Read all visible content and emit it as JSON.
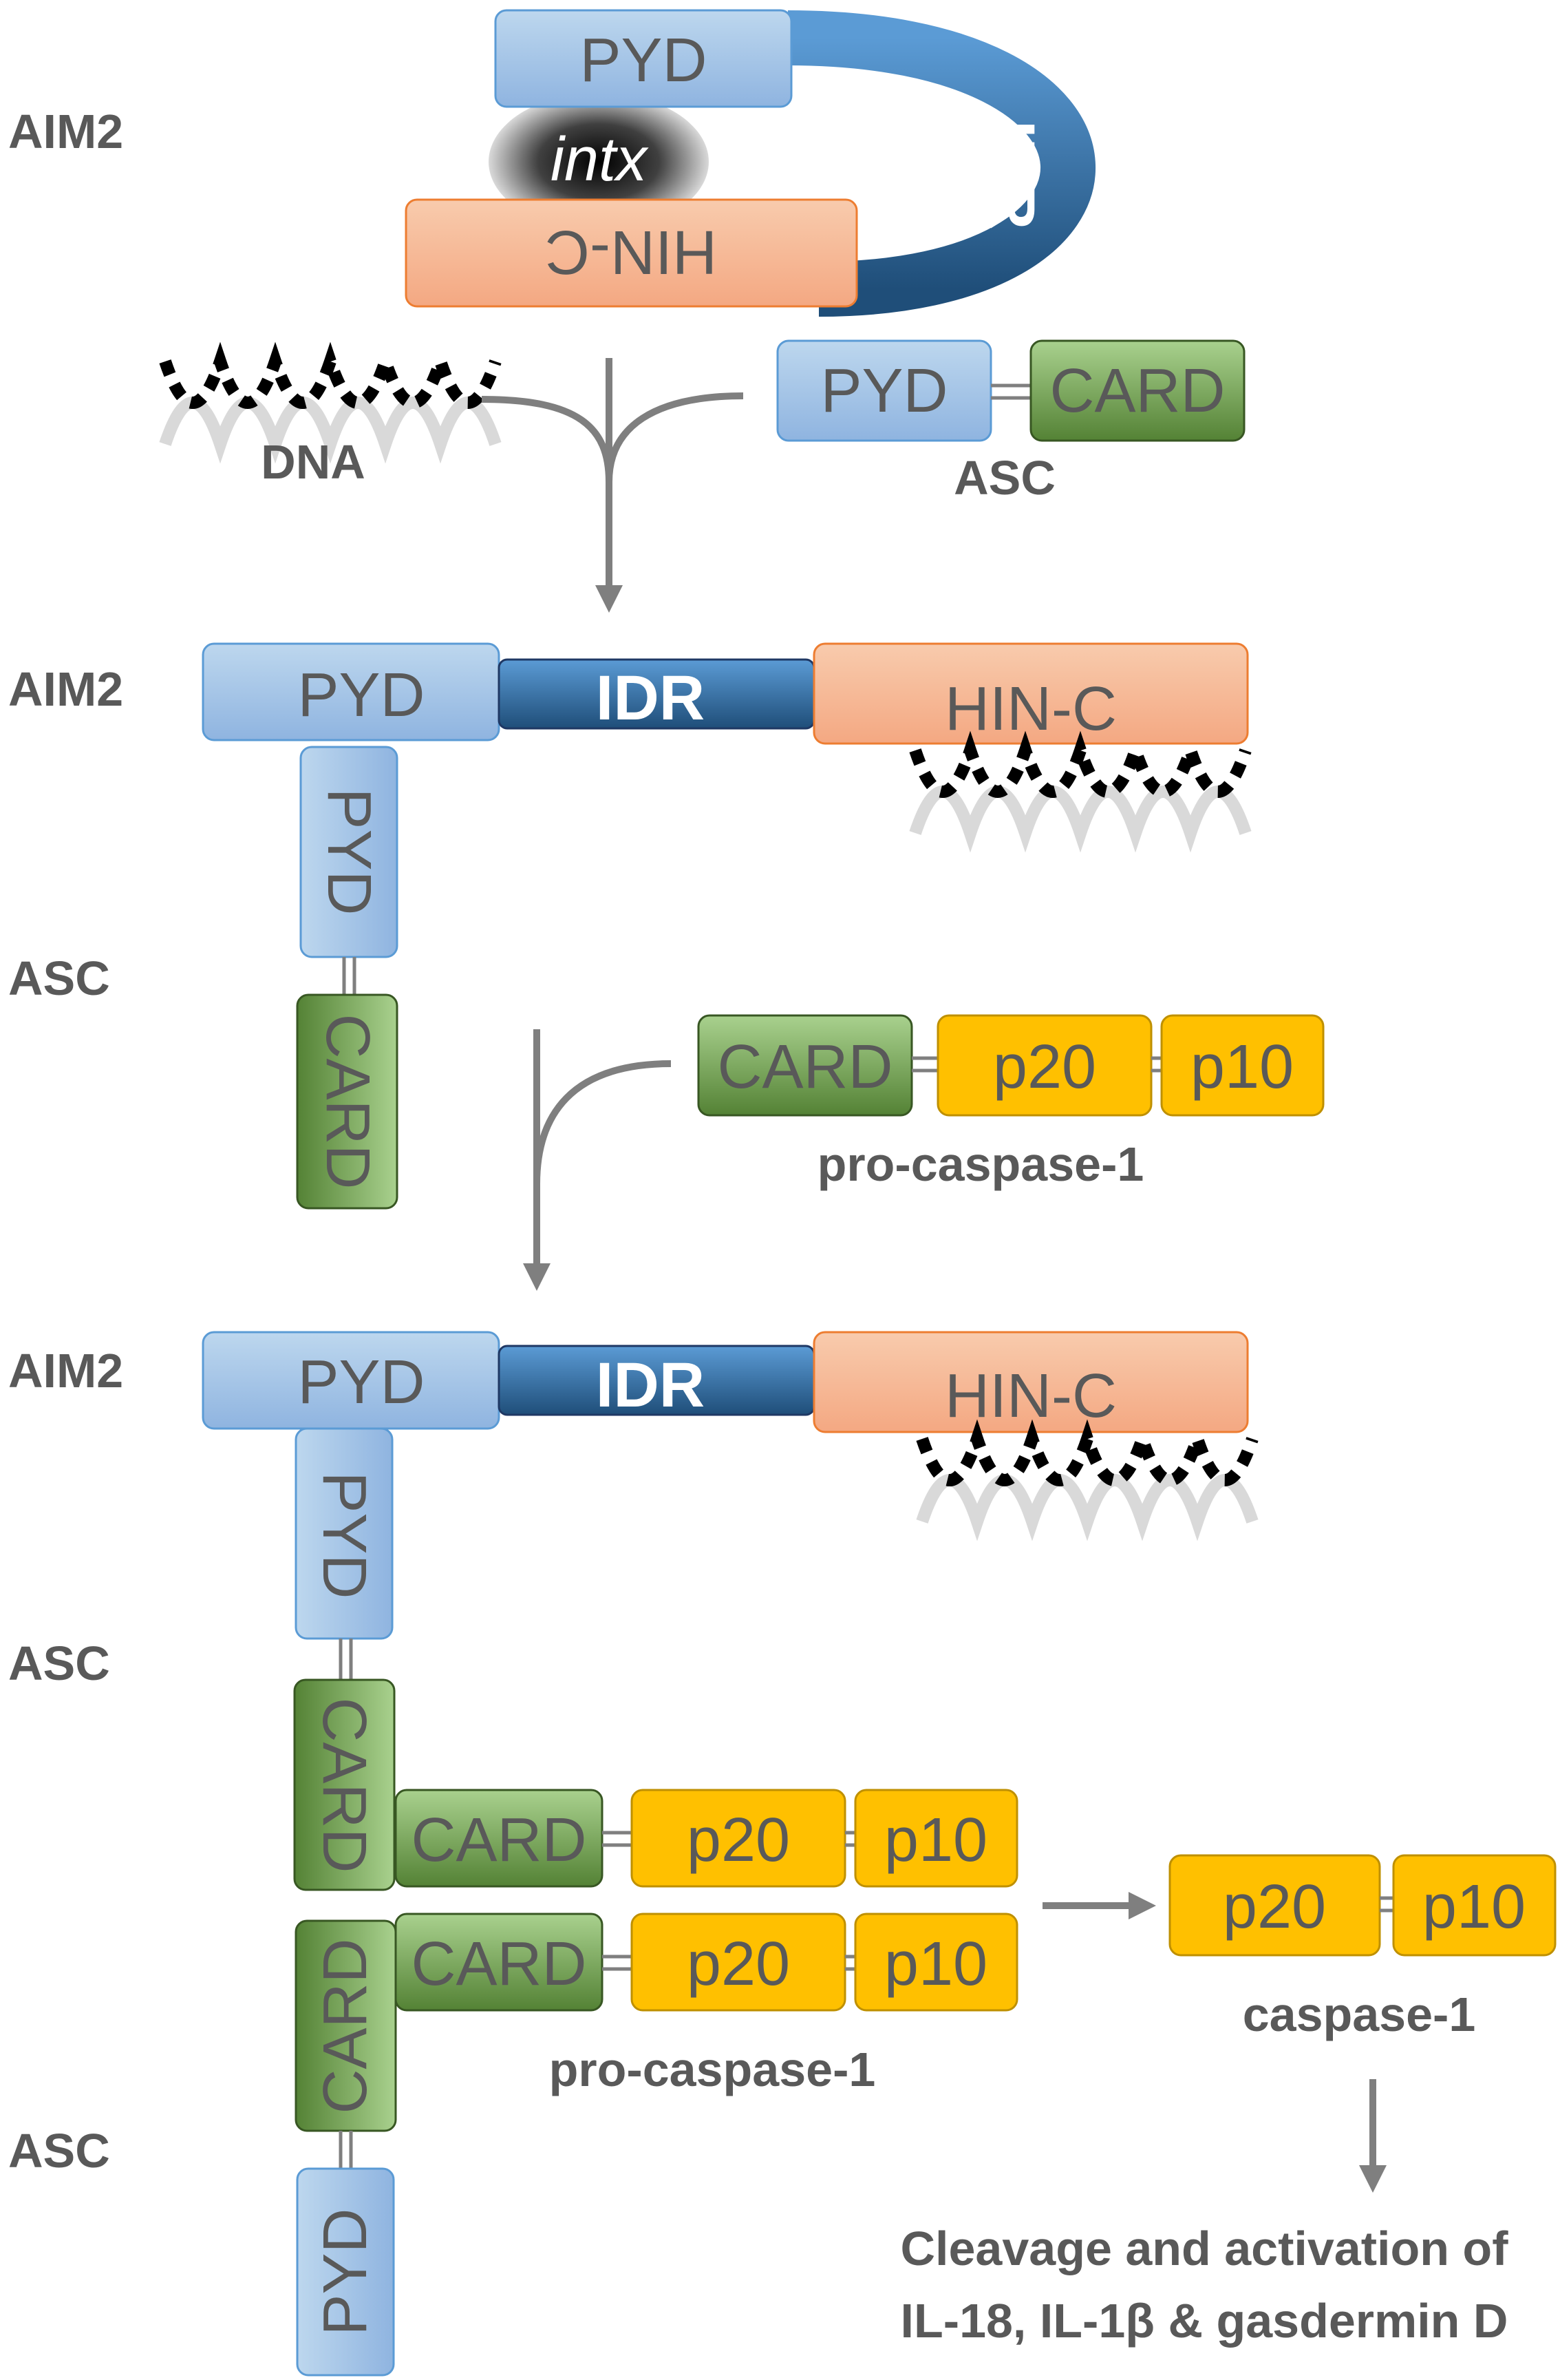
{
  "labels": {
    "aim2": "AIM2",
    "asc": "ASC",
    "dna": "DNA",
    "pro_caspase": "pro-caspase-1",
    "caspase": "caspase-1",
    "outcome_line1": "Cleavage and activation of",
    "outcome_line2": "IL-18, IL-1β & gasdermin D"
  },
  "domains": {
    "pyd": "PYD",
    "idr": "IDR",
    "hin_c": "HIN-C",
    "card": "CARD",
    "p20": "p20",
    "p10": "p10",
    "intx": "intx"
  },
  "colors": {
    "pyd_fill": "#9dc3e6",
    "pyd_stroke": "#5b9bd5",
    "idr_fill": "#2e75b6",
    "hin_fill": "#f4b183",
    "hin_stroke": "#ed7d31",
    "card_fill": "#70ad47",
    "card_stroke": "#385723",
    "p_fill": "#ffc000",
    "p_stroke": "#bf9000",
    "arrow": "#7f7f7f",
    "text": "#595959"
  }
}
